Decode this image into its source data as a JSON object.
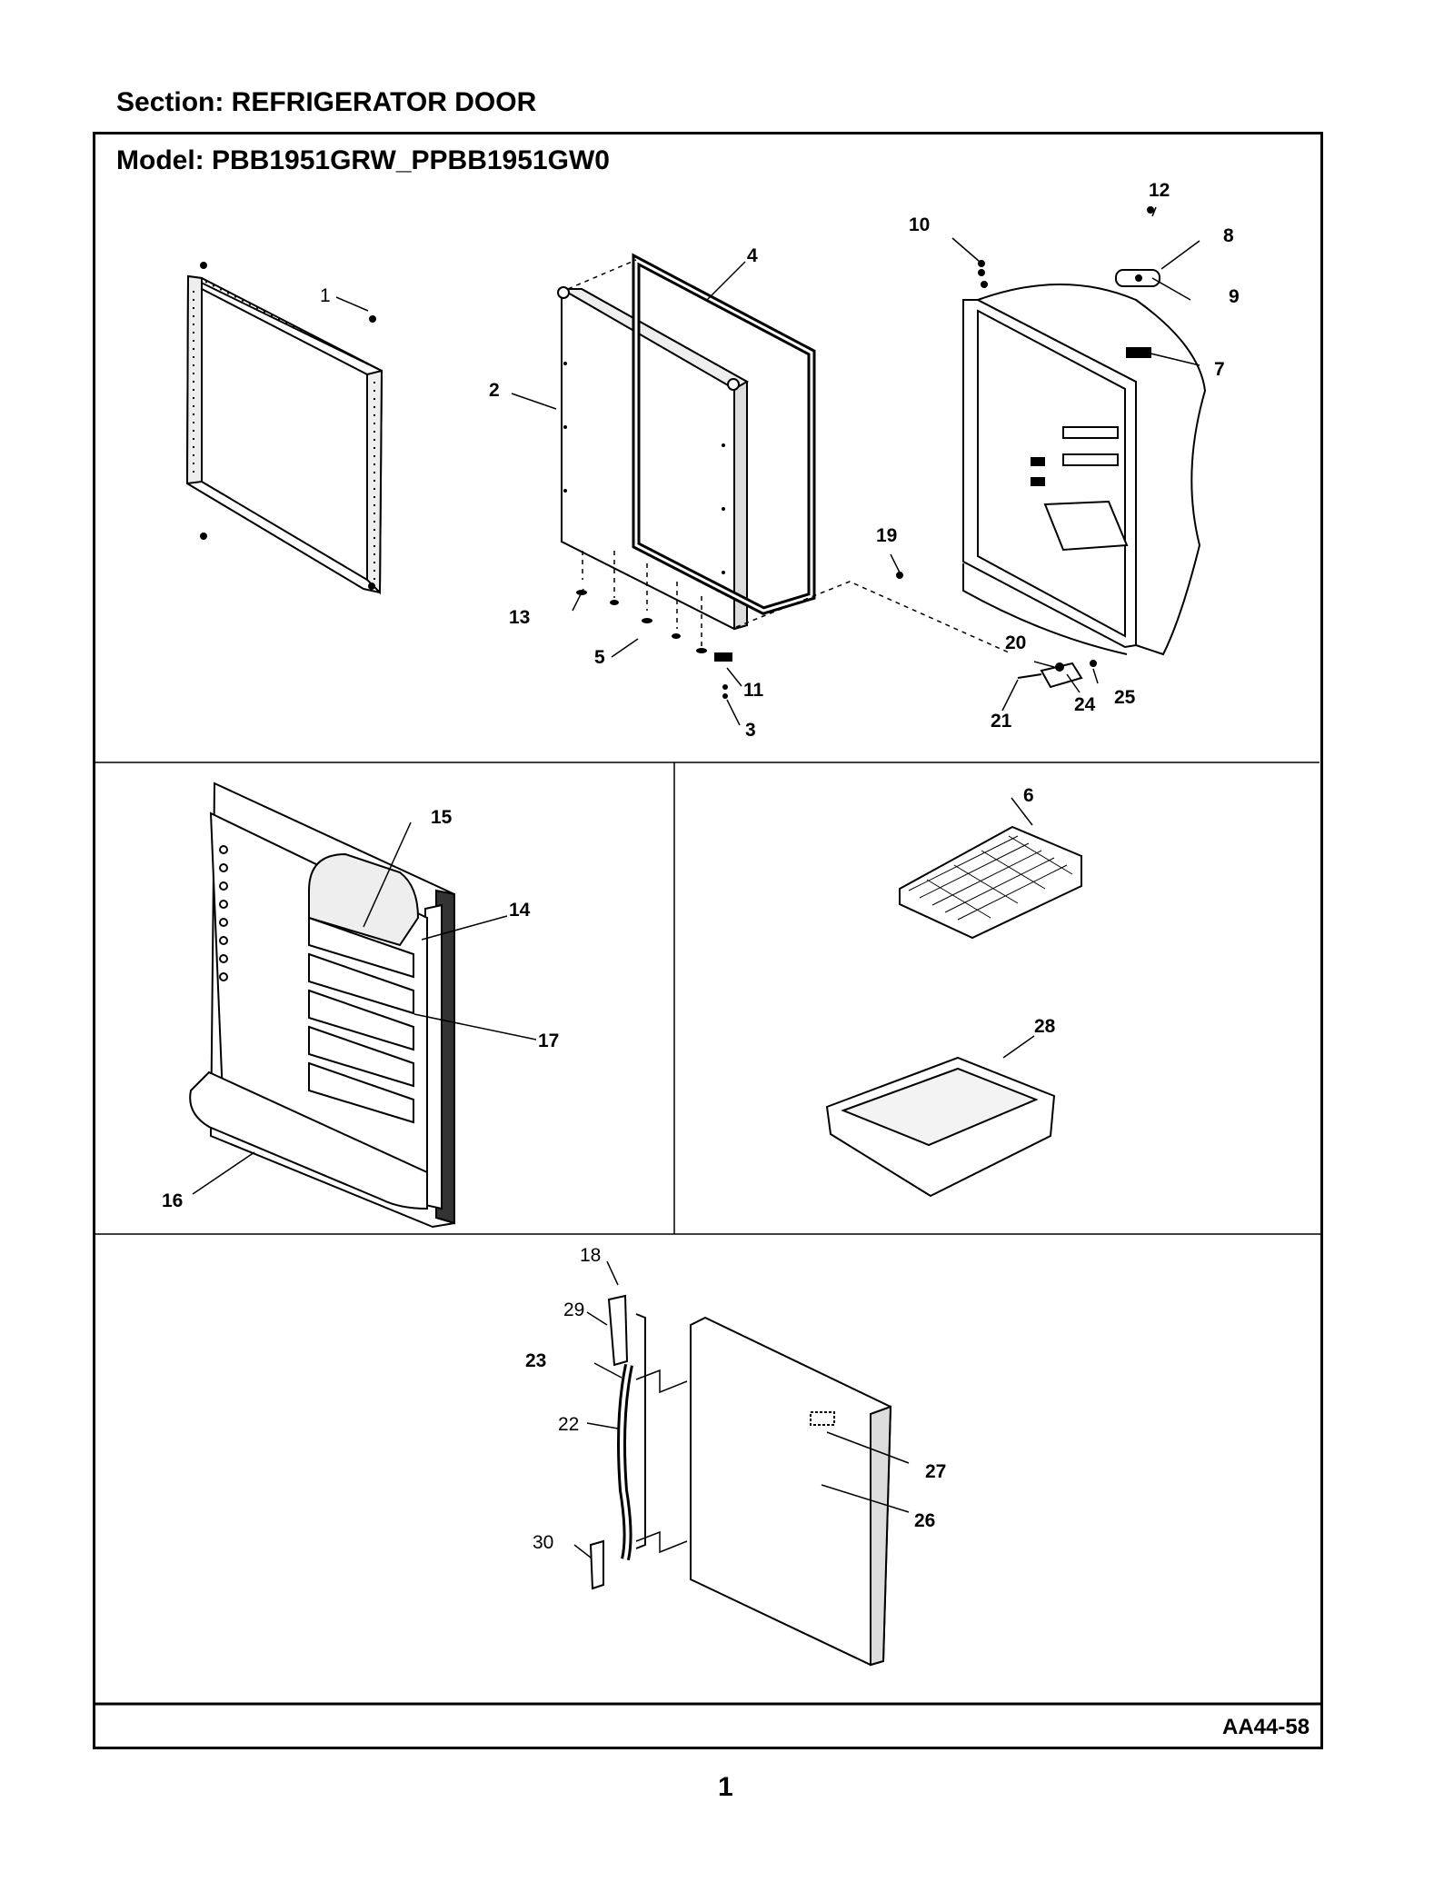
{
  "section_title": "Section:  REFRIGERATOR DOOR",
  "model_title": "Model:  PBB1951GRW_PPBB1951GW0",
  "reference_code": "AA44-58",
  "page_number": "1",
  "callouts": {
    "c1": "1",
    "c2": "2",
    "c3": "3",
    "c4": "4",
    "c5": "5",
    "c6": "6",
    "c7": "7",
    "c8": "8",
    "c9": "9",
    "c10": "10",
    "c11": "11",
    "c12": "12",
    "c13": "13",
    "c14": "14",
    "c15": "15",
    "c16": "16",
    "c17": "17",
    "c18": "18",
    "c19": "19",
    "c20": "20",
    "c21": "21",
    "c22": "22",
    "c23": "23",
    "c24": "24",
    "c25": "25",
    "c26": "26",
    "c27": "27",
    "c28": "28",
    "c29": "29",
    "c30": "30"
  }
}
